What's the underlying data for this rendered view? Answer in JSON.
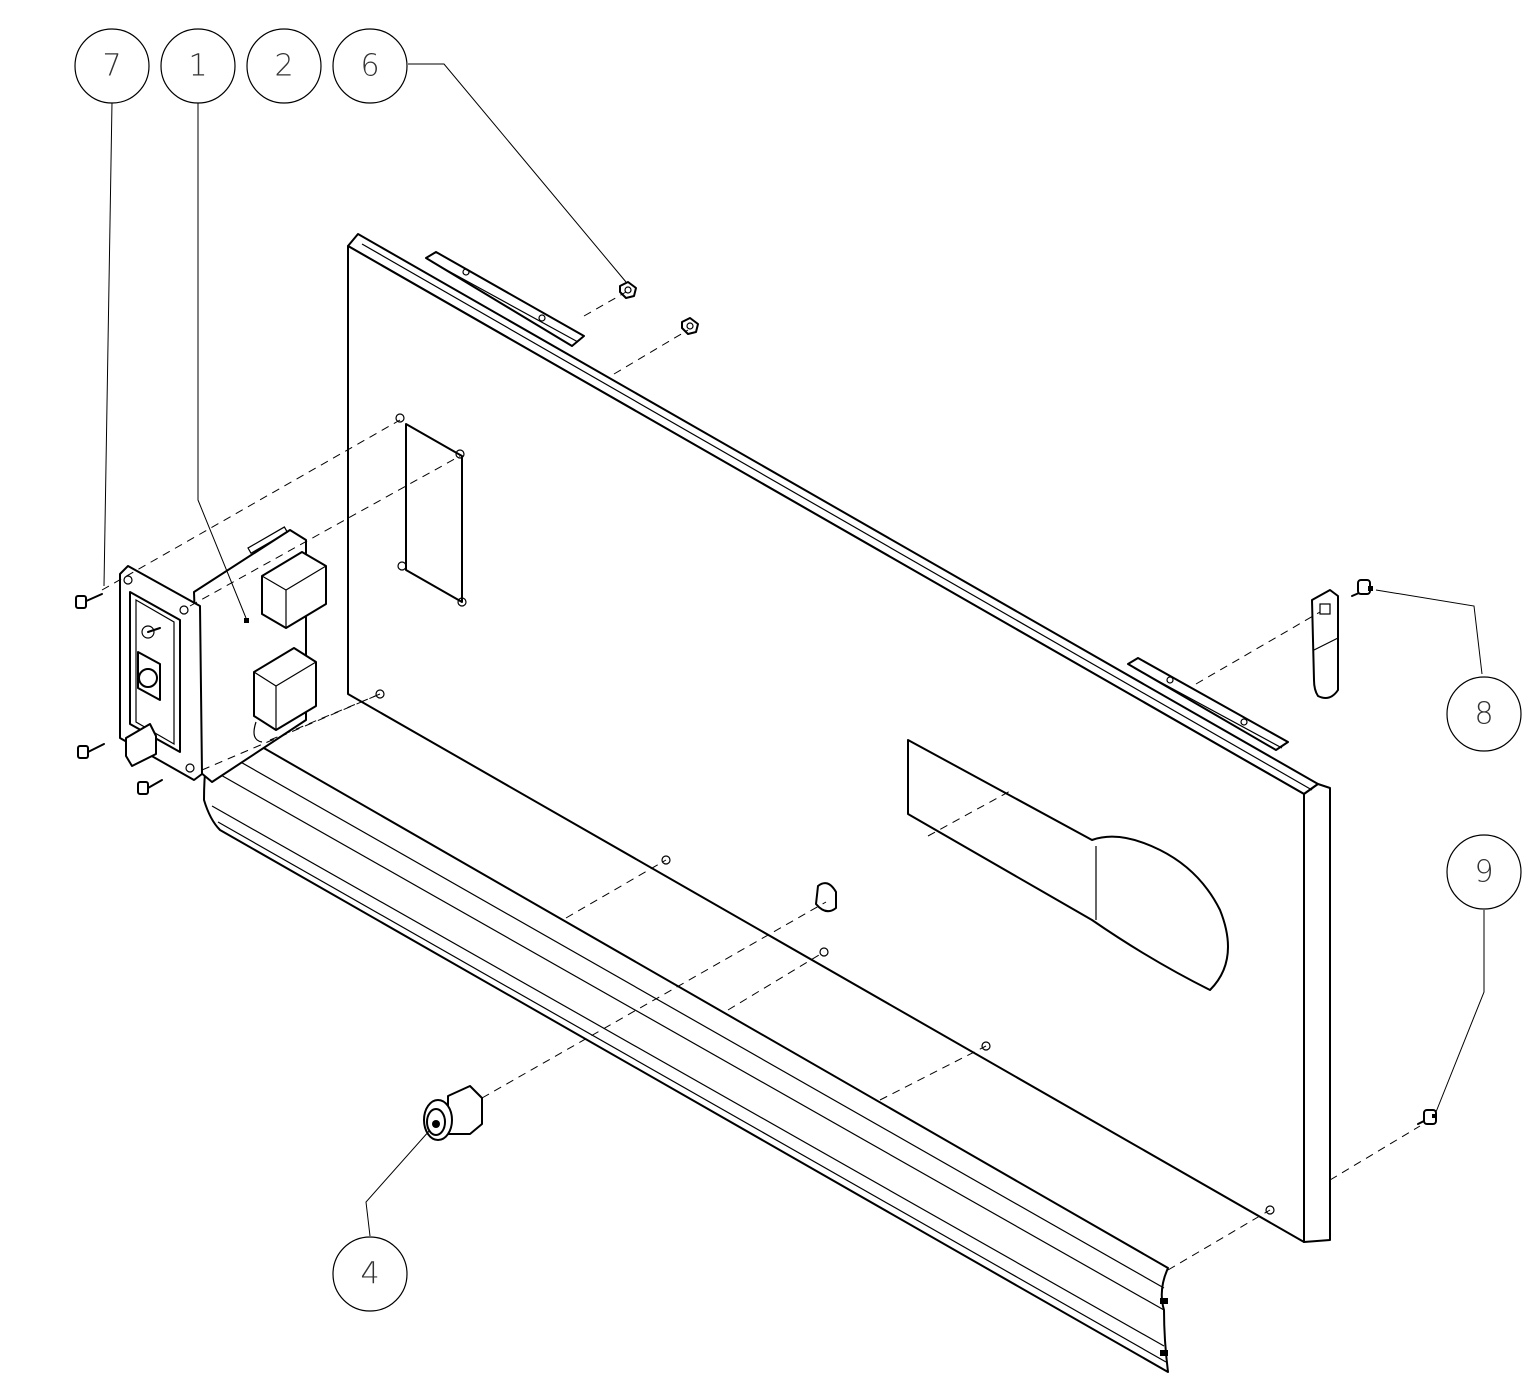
{
  "callouts": [
    {
      "id": "c7",
      "label": "7"
    },
    {
      "id": "c1",
      "label": "1"
    },
    {
      "id": "c2",
      "label": "2"
    },
    {
      "id": "c6",
      "label": "6"
    },
    {
      "id": "c8",
      "label": "8"
    },
    {
      "id": "c9",
      "label": "9"
    },
    {
      "id": "c4",
      "label": "4"
    }
  ]
}
